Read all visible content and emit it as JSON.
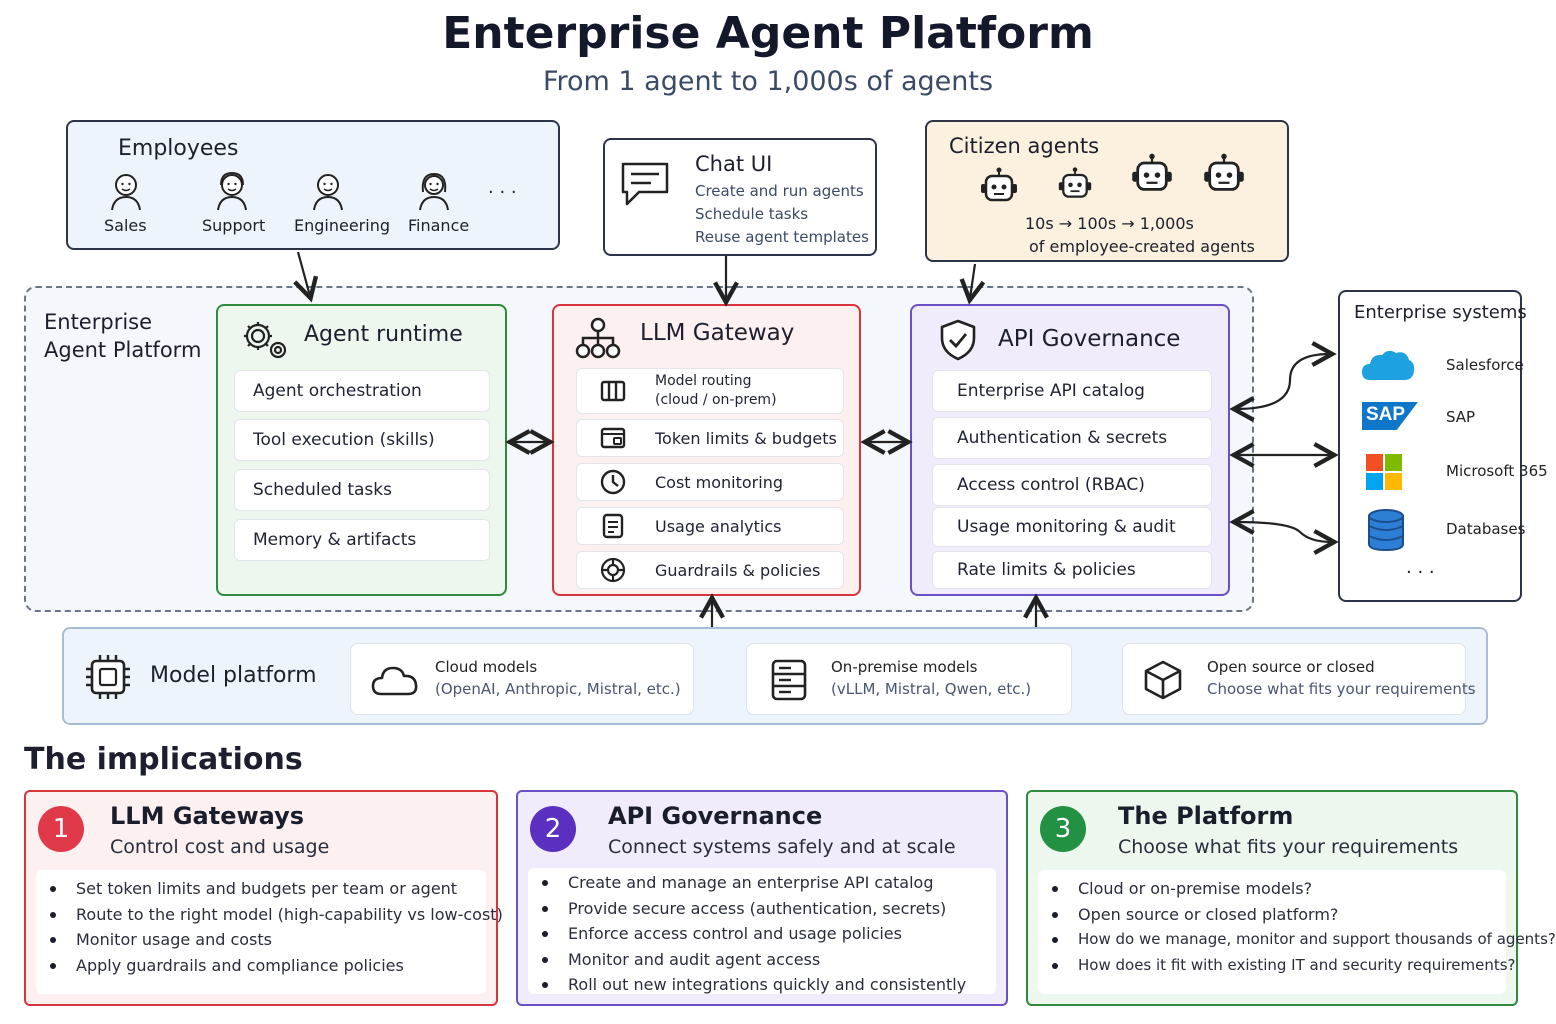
{
  "header": {
    "title": "Enterprise Agent Platform",
    "subtitle": "From 1 agent to 1,000s of agents"
  },
  "employees": {
    "title": "Employees",
    "people": [
      "Sales",
      "Support",
      "Engineering",
      "Finance"
    ],
    "more": "· · ·"
  },
  "chat_ui": {
    "title": "Chat UI",
    "lines": [
      "Create and run agents",
      "Schedule tasks",
      "Reuse agent templates"
    ]
  },
  "citizen": {
    "title": "Citizen agents",
    "line1": "10s → 100s → 1,000s",
    "line2": "of employee-created agents"
  },
  "platform": {
    "label_line1": "Enterprise",
    "label_line2": "Agent Platform"
  },
  "runtime": {
    "title": "Agent runtime",
    "items": [
      "Agent orchestration",
      "Tool execution (skills)",
      "Scheduled tasks",
      "Memory & artifacts"
    ]
  },
  "gateway": {
    "title": "LLM Gateway",
    "items": [
      {
        "line1": "Model routing",
        "line2": "(cloud / on-prem)",
        "icon": "routing-icon"
      },
      {
        "line1": "Token limits & budgets",
        "line2": "",
        "icon": "wallet-icon"
      },
      {
        "line1": "Cost monitoring",
        "line2": "",
        "icon": "clock-icon"
      },
      {
        "line1": "Usage analytics",
        "line2": "",
        "icon": "database-icon"
      },
      {
        "line1": "Guardrails & policies",
        "line2": "",
        "icon": "shield-gear-icon"
      }
    ]
  },
  "governance": {
    "title": "API Governance",
    "items": [
      "Enterprise API catalog",
      "Authentication & secrets",
      "Access control (RBAC)",
      "Usage monitoring & audit",
      "Rate limits & policies"
    ]
  },
  "systems": {
    "title": "Enterprise systems",
    "items": [
      "Salesforce",
      "SAP",
      "Microsoft 365",
      "Databases"
    ],
    "sap_logo": "SAP",
    "more": "· · ·"
  },
  "model_platform": {
    "title": "Model platform",
    "cards": [
      {
        "line1": "Cloud models",
        "line2": "(OpenAI, Anthropic, Mistral, etc.)"
      },
      {
        "line1": "On-premise models",
        "line2": "(vLLM, Mistral, Qwen, etc.)"
      },
      {
        "line1": "Open source or closed",
        "line2": "Choose what fits your requirements"
      }
    ]
  },
  "implications": {
    "heading": "The implications",
    "cards": [
      {
        "number": "1",
        "title": "LLM Gateways",
        "subtitle": "Control cost and usage",
        "bullets": [
          "Set token limits and budgets per team or agent",
          "Route to the right model (high-capability vs low-cost)",
          "Monitor usage and costs",
          "Apply guardrails and compliance policies"
        ]
      },
      {
        "number": "2",
        "title": "API Governance",
        "subtitle": "Connect systems safely and at scale",
        "bullets": [
          "Create and manage an enterprise API catalog",
          "Provide secure access (authentication, secrets)",
          "Enforce access control and usage policies",
          "Monitor and audit agent access",
          "Roll out new integrations quickly and consistently"
        ]
      },
      {
        "number": "3",
        "title": "The Platform",
        "subtitle": "Choose what fits your requirements",
        "bullets": [
          "Cloud or on-premise models?",
          "Open source or closed platform?",
          "How do we manage, monitor and support thousands of agents?",
          "How does it fit with existing IT and security requirements?"
        ]
      }
    ]
  },
  "colors": {
    "runtime": "#2f8a3e",
    "gateway": "#d8343c",
    "governance": "#6b4fc4",
    "citizen_bg": "#fcf1de",
    "employees_bg": "#eef4fb"
  }
}
